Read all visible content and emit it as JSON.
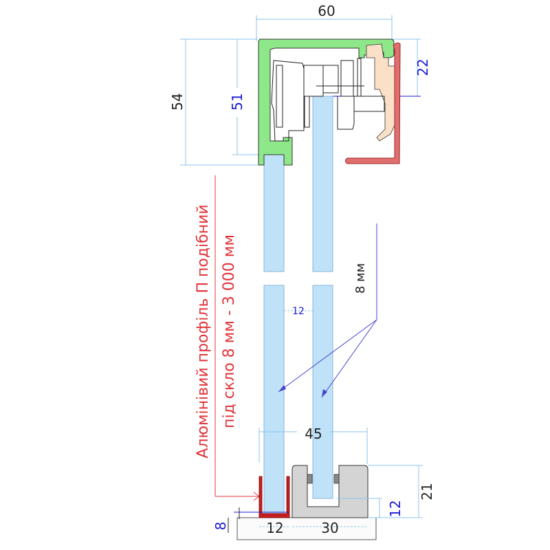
{
  "dimensions": {
    "top_width": "60",
    "total_height": "54",
    "inner_height": "51",
    "cap_height": "22",
    "glass_gap": "12",
    "glass_thickness": "8 мм",
    "base_width": "45",
    "base_height": "21",
    "base_groove": "12",
    "floor_offset": "8",
    "u_width": "12",
    "block_width": "30"
  },
  "annotation": {
    "line1": "Алюмінівий профіль П подібний",
    "line2": "під скло 8 мм - 3 000 мм"
  },
  "colors": {
    "profile_green": "#8ee88a",
    "cap_peach": "#fbe0c8",
    "red_profile": "#c81e1e",
    "glass": "#bfe2f8",
    "base_grey": "#d4d4d4",
    "dim_blue": "#1a1ad0",
    "note_red": "#e0343a"
  }
}
